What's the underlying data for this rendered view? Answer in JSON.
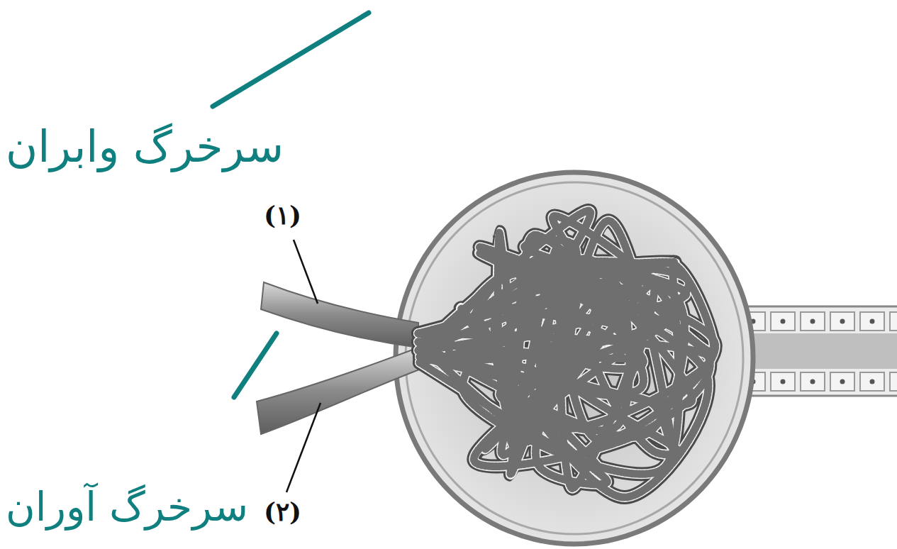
{
  "diagram": {
    "labels": [
      "سرخرگ وابران",
      "(۱)",
      "سرخرگ آوران",
      "(۲)"
    ]
  }
}
